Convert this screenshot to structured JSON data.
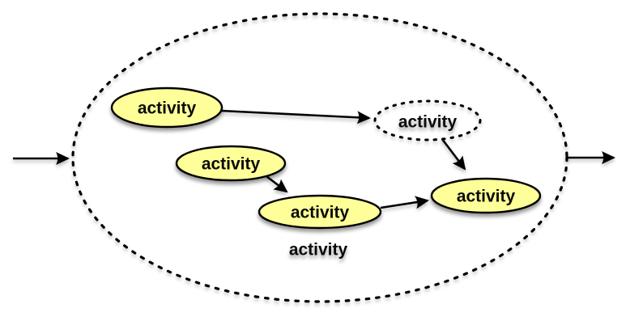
{
  "diagram": {
    "type": "activity-flow",
    "colors": {
      "background": "#FFFFFF",
      "node_fill": "#FFFF99",
      "node_stroke": "#000000",
      "edge_color": "#000000",
      "label_color": "#0A0A0A"
    },
    "container": {
      "id": "system-boundary",
      "shape": "ellipse",
      "style": "dotted",
      "label": ""
    },
    "nodes": [
      {
        "id": "activity-top-left",
        "label": "activity",
        "shape": "ellipse",
        "style": "solid"
      },
      {
        "id": "activity-dotted",
        "label": "activity",
        "shape": "ellipse",
        "style": "dotted"
      },
      {
        "id": "activity-mid-left",
        "label": "activity",
        "shape": "ellipse",
        "style": "solid"
      },
      {
        "id": "activity-bottom-center",
        "label": "activity",
        "shape": "ellipse",
        "style": "solid"
      },
      {
        "id": "activity-right",
        "label": "activity",
        "shape": "ellipse",
        "style": "solid"
      },
      {
        "id": "activity-free-text",
        "label": "activity",
        "shape": "text",
        "style": "plain"
      }
    ],
    "edges": [
      {
        "from": "external-left",
        "to": "system-boundary"
      },
      {
        "from": "activity-top-left",
        "to": "activity-dotted"
      },
      {
        "from": "activity-mid-left",
        "to": "activity-bottom-center"
      },
      {
        "from": "activity-bottom-center",
        "to": "activity-right"
      },
      {
        "from": "activity-dotted",
        "to": "activity-right"
      },
      {
        "from": "system-boundary",
        "to": "external-right"
      }
    ]
  }
}
